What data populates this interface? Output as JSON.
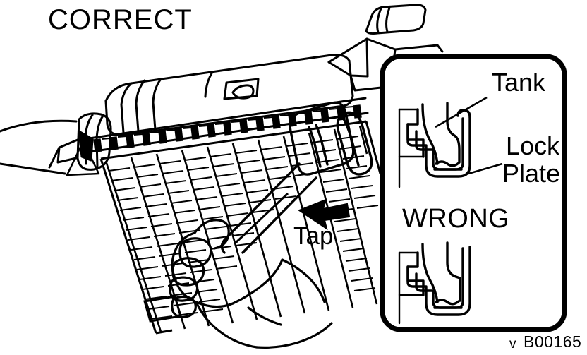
{
  "figure": {
    "type": "technical-line-illustration",
    "subject": "Radiator tank and lock plate crimping procedure",
    "correct_label": "CORRECT",
    "wrong_label": "WRONG",
    "tap_label": "Tap",
    "tank_label": "Tank",
    "lock_label": "Lock",
    "plate_label": "Plate",
    "reference_code": "B00165",
    "reference_mark": "v",
    "colors": {
      "ink": "#000000",
      "paper": "#ffffff"
    }
  },
  "inset_panel": {
    "title_wrong": "WRONG",
    "callouts": [
      {
        "name": "tank",
        "label": "Tank"
      },
      {
        "name": "lock-plate",
        "label": "Lock Plate"
      }
    ]
  },
  "main_scene": {
    "annotations": [
      {
        "name": "correct",
        "label": "CORRECT"
      },
      {
        "name": "tap-direction",
        "label": "Tap"
      }
    ]
  }
}
